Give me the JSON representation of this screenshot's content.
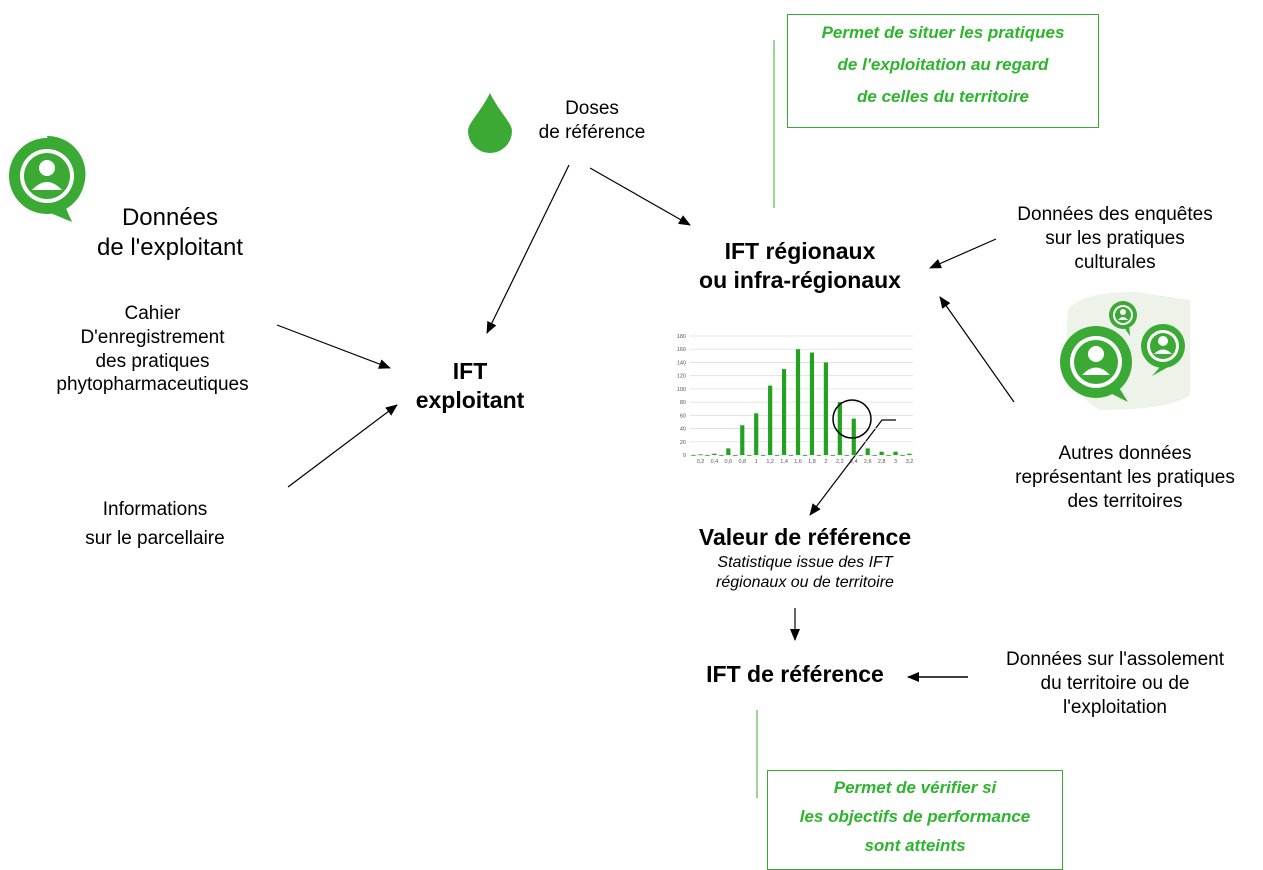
{
  "colors": {
    "green": "#3aaa35",
    "accent_text": "#2db52d",
    "arrow": "#000000"
  },
  "nodes": {
    "donnees_exploitant": {
      "icon": "user-bubble-icon",
      "lines": [
        "Données",
        "de l'exploitant"
      ]
    },
    "doses_reference": {
      "icon": "drop-icon",
      "lines": [
        "Doses",
        "de référence"
      ]
    },
    "cahier": {
      "lines": [
        "Cahier",
        "D'enregistrement",
        "des pratiques",
        "phytopharmaceutiques"
      ]
    },
    "informations": {
      "lines": [
        "Informations",
        "sur le parcellaire"
      ]
    },
    "ift_exploitant": {
      "lines": [
        "IFT",
        "exploitant"
      ]
    },
    "ift_regionaux": {
      "lines": [
        "IFT régionaux",
        "ou infra-régionaux"
      ]
    },
    "enquetes": {
      "lines": [
        "Données des enquêtes",
        "sur les pratiques",
        "culturales"
      ]
    },
    "autres": {
      "icon": "users-group-icon",
      "lines": [
        "Autres données",
        "représentant les pratiques",
        "des territoires"
      ]
    },
    "valeur_reference": {
      "title": "Valeur de référence",
      "subtitle": [
        "Statistique issue des IFT",
        "régionaux ou de territoire"
      ]
    },
    "ift_reference": {
      "label": "IFT de référence"
    },
    "assolement": {
      "lines": [
        "Données sur l'assolement",
        "du territoire ou de",
        "l'exploitation"
      ]
    }
  },
  "notes": {
    "situer": [
      "Permet de situer les pratiques",
      "de l'exploitation au regard",
      "de celles du territoire"
    ],
    "verifier": [
      "Permet de vérifier si",
      "les objectifs de performance",
      "sont atteints"
    ]
  },
  "chart_data": {
    "type": "bar",
    "categories": [
      "0,2",
      "0,4",
      "0,6",
      "0,8",
      "1",
      "1,2",
      "1,4",
      "1,6",
      "1,8",
      "2",
      "2,2",
      "2,4",
      "2,6",
      "2,8",
      "3",
      "3,2"
    ],
    "x": [
      0.1,
      0.2,
      0.3,
      0.4,
      0.5,
      0.6,
      0.7,
      0.8,
      0.9,
      1.0,
      1.1,
      1.2,
      1.3,
      1.4,
      1.5,
      1.6,
      1.7,
      1.8,
      1.9,
      2.0,
      2.1,
      2.2,
      2.3,
      2.4,
      2.5,
      2.6,
      2.7,
      2.8,
      2.9,
      3.0,
      3.1,
      3.2
    ],
    "series": [
      {
        "values": [
          0,
          1,
          0,
          2,
          0,
          10,
          0,
          45,
          0,
          63,
          0,
          105,
          0,
          130,
          0,
          160,
          0,
          155,
          0,
          140,
          0,
          80,
          0,
          55,
          0,
          10,
          0,
          5,
          0,
          5,
          0,
          2
        ]
      }
    ],
    "yticks": [
      "0",
      "20",
      "40",
      "60",
      "80",
      "100",
      "120",
      "140",
      "160",
      "180"
    ],
    "ylim": [
      0,
      180
    ],
    "grid": true,
    "highlight_category": "2,4"
  }
}
